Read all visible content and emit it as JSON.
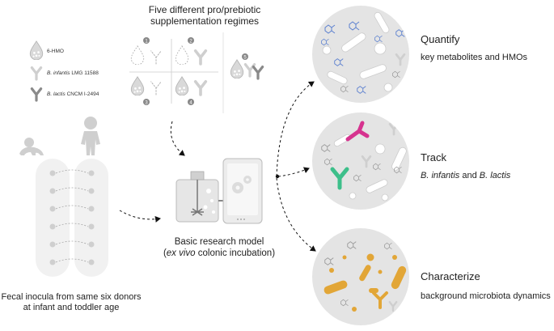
{
  "regimes": {
    "title_line1": "Five different pro/prebiotic",
    "title_line2": "supplementation regimes",
    "numbers": [
      "1",
      "2",
      "3",
      "4",
      "5"
    ]
  },
  "legend": {
    "hmo": "6-HMO",
    "infantis_species": "B. infantis",
    "infantis_strain": " LMG 11588",
    "lactis_species": "B. lactis",
    "lactis_strain": " CNCM I-2494"
  },
  "model": {
    "line1": "Basic research model",
    "line2_italic": "ex vivo",
    "line2_rest": " colonic incubation",
    "line2_open": "(",
    "line2_close": ")"
  },
  "inocula": {
    "line1": "Fecal inocula from same six donors",
    "line2": "at infant and toddler age"
  },
  "outcomes": {
    "quantify_title": "Quantify",
    "quantify_sub": "key metabolites and HMOs",
    "track_title": "Track",
    "track_sub_a": "B. infantis",
    "track_sub_and": " and ",
    "track_sub_b": "B. lactis",
    "characterize_title": "Characterize",
    "characterize_sub": "background microbiota dynamics"
  },
  "colors": {
    "magenta": "#d6338f",
    "green": "#3dbf8a",
    "orange": "#e2a637",
    "blue_hmo": "#5a7fcf",
    "gray_bug": "#9a9a9a",
    "circle_fill": "#e4e4e4"
  }
}
